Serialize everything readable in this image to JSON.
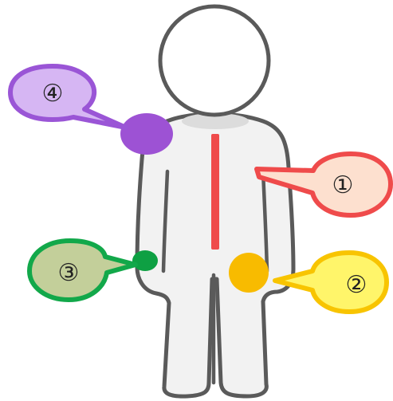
{
  "callouts": [
    {
      "id": "1",
      "label": "①",
      "fill": "#fde0cf",
      "stroke": "#ef4b4b",
      "marker": "red-line",
      "marker_color": "#ef4b4b"
    },
    {
      "id": "2",
      "label": "②",
      "fill": "#fff56a",
      "stroke": "#f8c400",
      "marker": "orange-dot",
      "marker_color": "#f8bb00"
    },
    {
      "id": "3",
      "label": "③",
      "fill": "#c3cf9a",
      "stroke": "#12a84a",
      "marker": "green-dot",
      "marker_color": "#0ea043"
    },
    {
      "id": "4",
      "label": "④",
      "fill": "#d6b6f3",
      "stroke": "#9a55d6",
      "marker": "purple-dot",
      "marker_color": "#9d52d4"
    }
  ],
  "figure": {
    "outline_color": "#5a5a5a",
    "body_fill": "#f2f2f2",
    "head_fill": "#ffffff"
  }
}
